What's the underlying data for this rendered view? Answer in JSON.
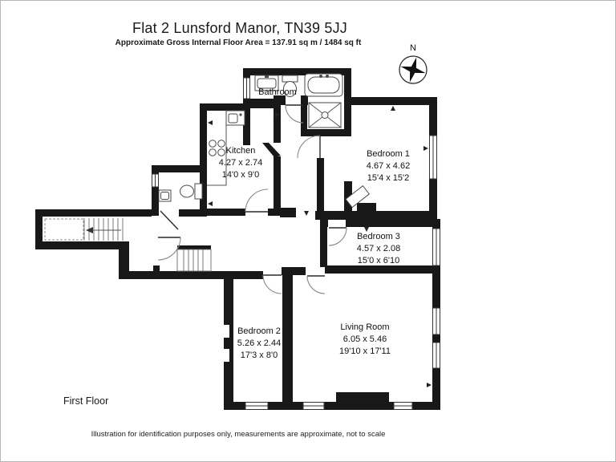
{
  "header": {
    "title": "Flat 2 Lunsford Manor, TN39 5JJ",
    "subtitle": "Approximate Gross Internal Floor Area = 137.91 sq m / 1484 sq ft"
  },
  "compass": {
    "north_label": "N"
  },
  "rooms": [
    {
      "name": "Bathroom",
      "metric": "",
      "imperial": ""
    },
    {
      "name": "Kitchen",
      "metric": "4.27 x 2.74",
      "imperial": "14'0 x 9'0"
    },
    {
      "name": "Bedroom 1",
      "metric": "4.67 x 4.62",
      "imperial": "15'4 x 15'2"
    },
    {
      "name": "Bedroom 3",
      "metric": "4.57 x 2.08",
      "imperial": "15'0 x 6'10"
    },
    {
      "name": "Bedroom 2",
      "metric": "5.26 x 2.44",
      "imperial": "17'3 x 8'0"
    },
    {
      "name": "Living Room",
      "metric": "6.05 x 5.46",
      "imperial": "19'10 x 17'11"
    }
  ],
  "floor_label": "First Floor",
  "footer": {
    "disclaimer": "Illustration for identification purposes only, measurements are approximate, not to scale"
  }
}
